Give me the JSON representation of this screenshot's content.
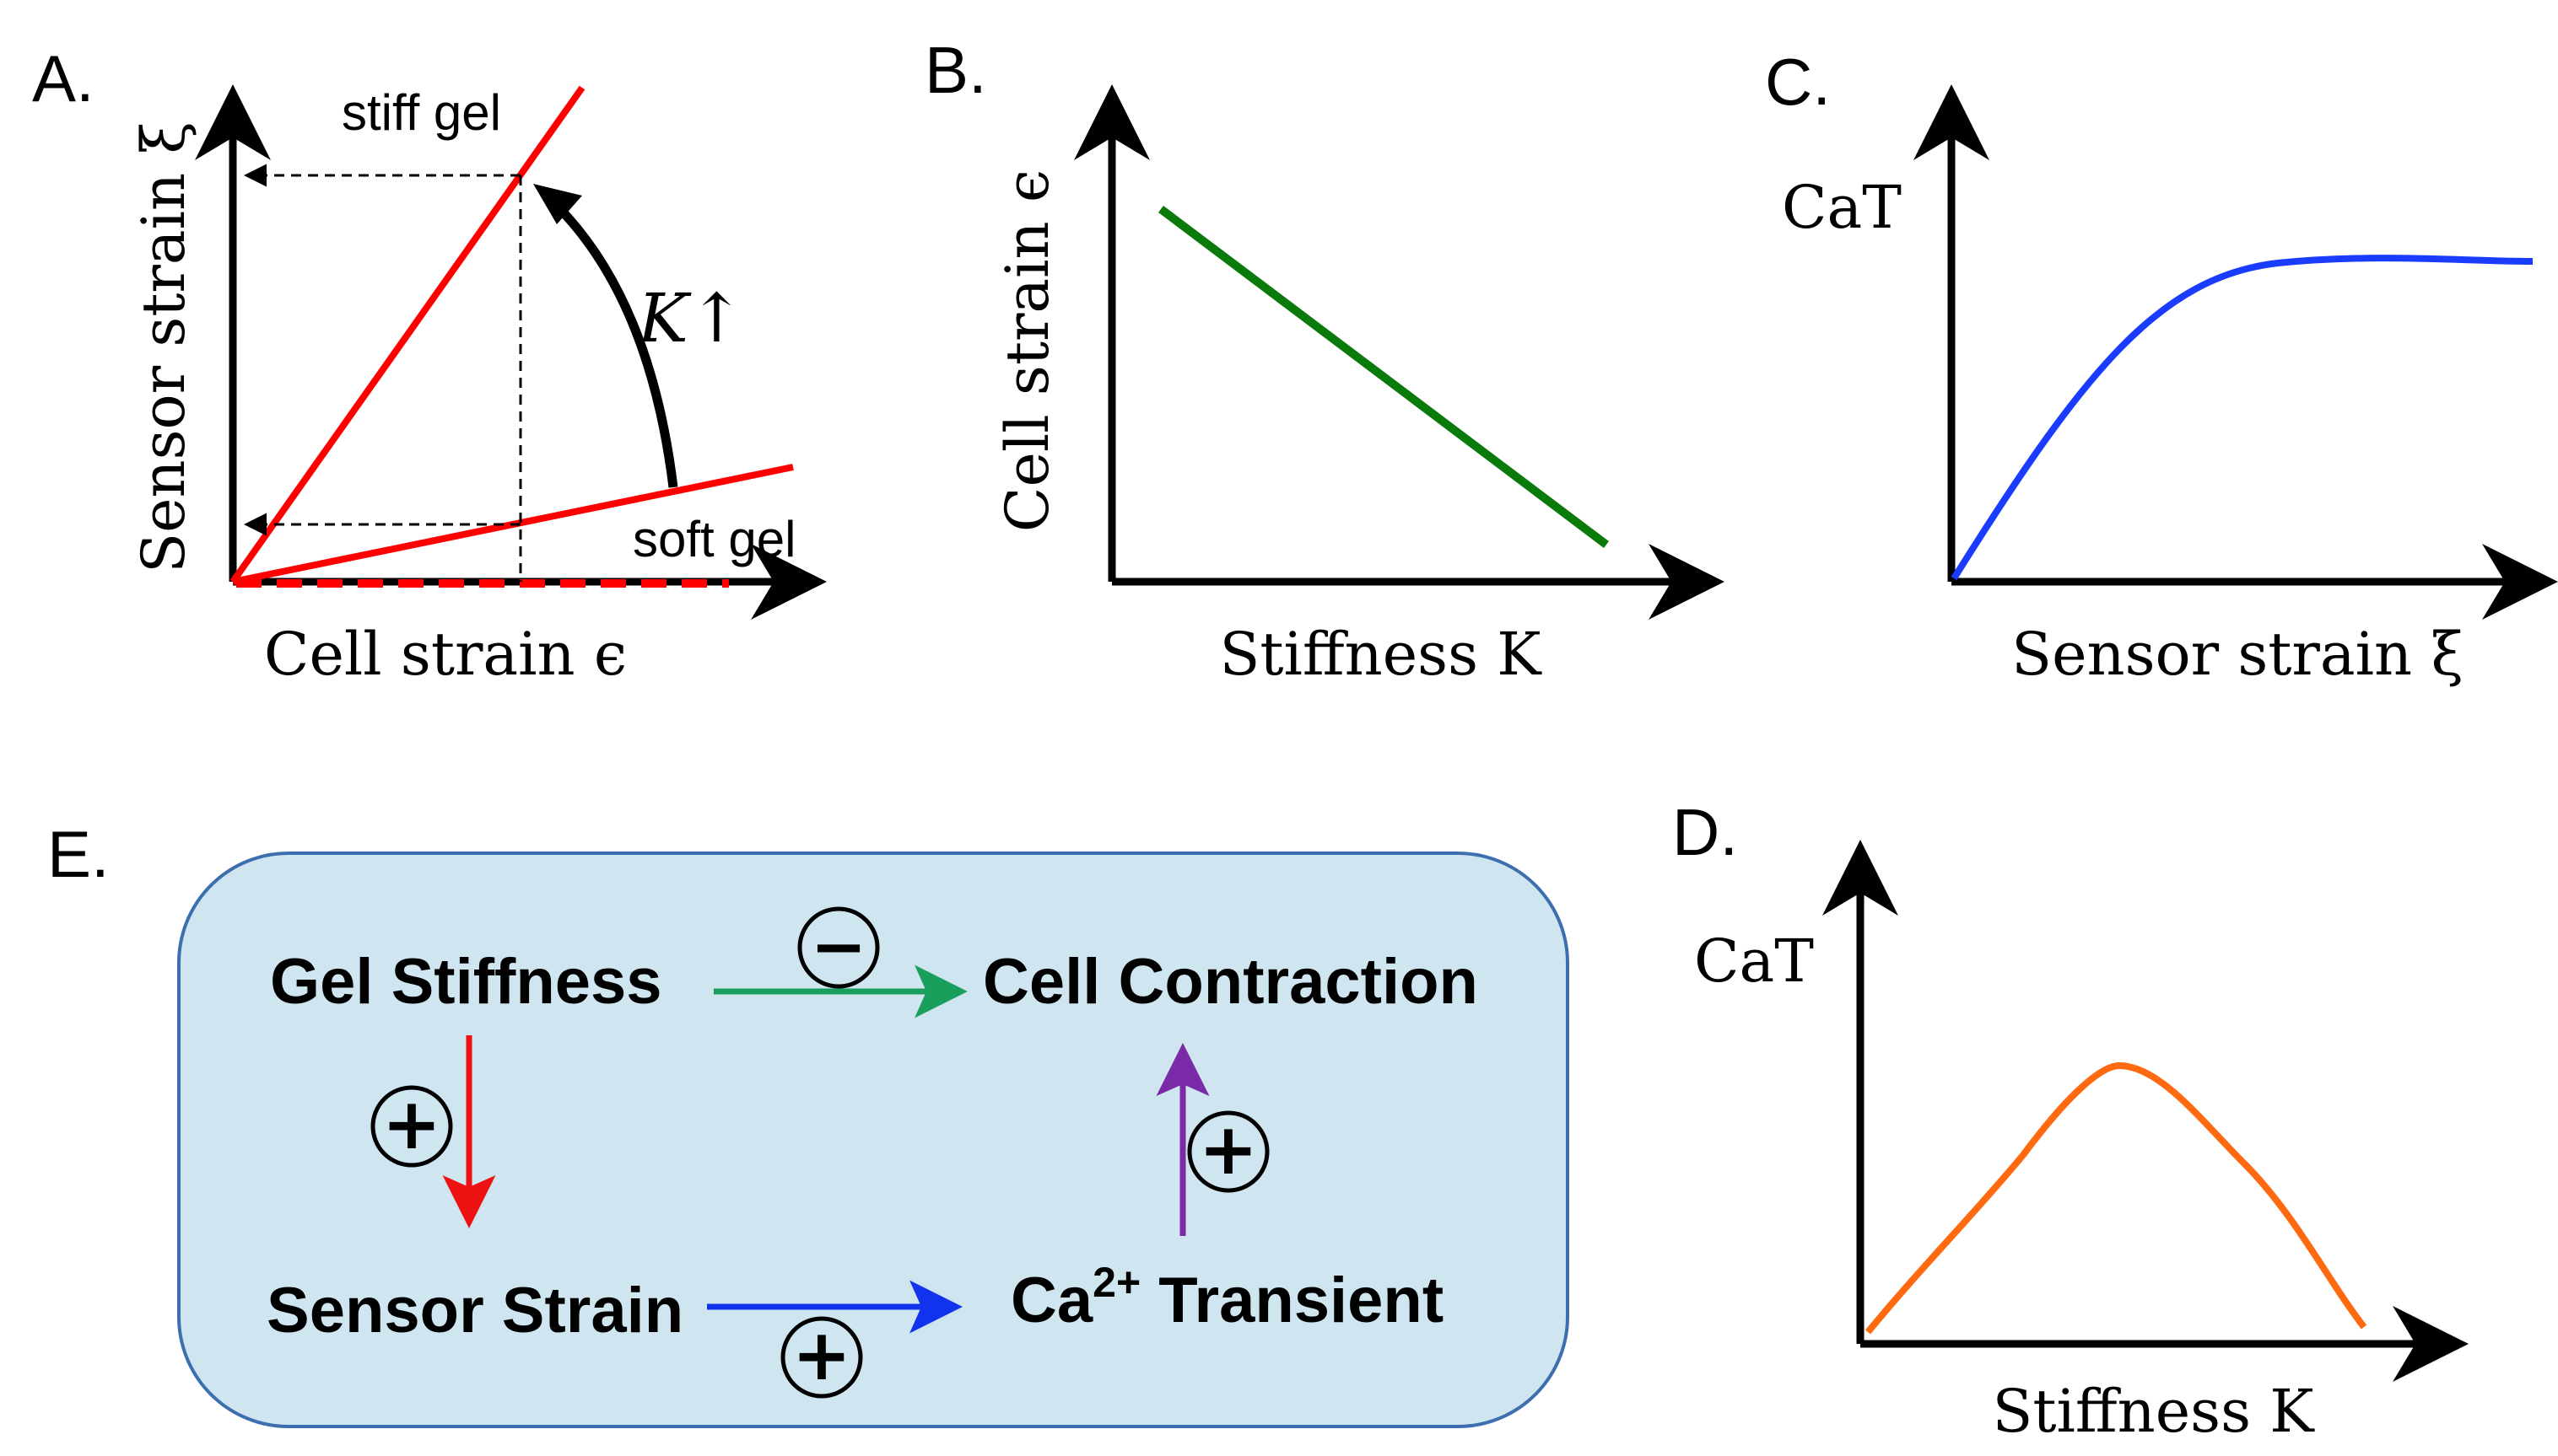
{
  "panels": {
    "A": {
      "label": "A.",
      "ylabel": "Sensor strain ξ",
      "xlabel": "Cell strain ϵ",
      "stiff_label": "stiff gel",
      "soft_label": "soft gel",
      "k_annotation": "K↑",
      "colors": {
        "lines": "#ff0000",
        "curve_arrow": "#000000"
      }
    },
    "B": {
      "label": "B.",
      "ylabel": "Cell strain ϵ",
      "xlabel": "Stiffness K",
      "colors": {
        "line": "#0a7a0a"
      }
    },
    "C": {
      "label": "C.",
      "ylabel": "CaT",
      "xlabel": "Sensor strain ξ",
      "colors": {
        "curve": "#1a3cff"
      }
    },
    "D": {
      "label": "D.",
      "ylabel": "CaT",
      "xlabel": "Stiffness K",
      "colors": {
        "curve": "#ff6a10"
      }
    },
    "E": {
      "label": "E.",
      "nodes": {
        "gel_stiffness": "Gel Stiffness",
        "cell_contraction": "Cell Contraction",
        "sensor_strain": "Sensor Strain",
        "ca_prefix": "Ca",
        "ca_superscript": "2+",
        "ca_suffix": " Transient"
      },
      "signs": {
        "stiffness_to_contraction": "−",
        "stiffness_to_strain": "+",
        "strain_to_transient": "+",
        "transient_to_contraction": "+"
      },
      "colors": {
        "box_fill": "#cfe5ef",
        "box_stroke": "#3d6fb0",
        "arrow_negative": "#1a9e5c",
        "arrow_stiffness_strain": "#ee1111",
        "arrow_strain_transient": "#1133ee",
        "arrow_transient_contraction": "#7a2aa6"
      }
    }
  }
}
